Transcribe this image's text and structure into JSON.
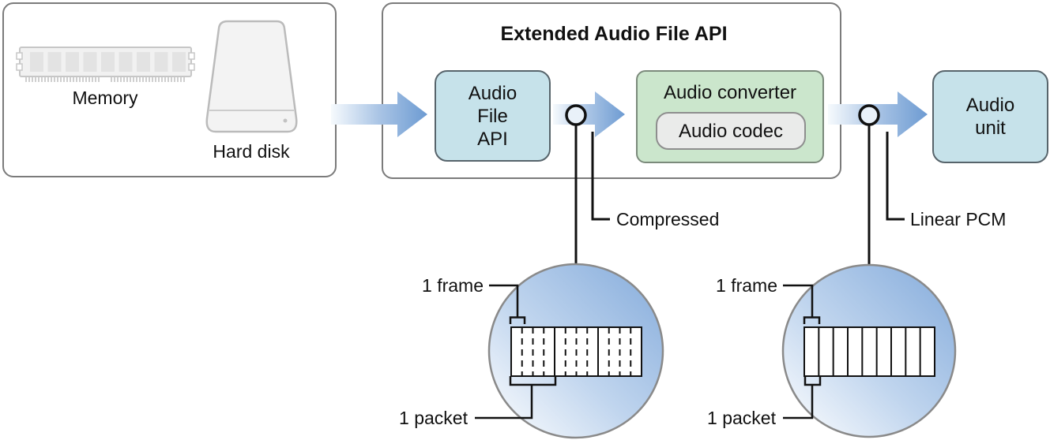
{
  "title": "Extended Audio File API",
  "storage": {
    "memory_label": "Memory",
    "hard_disk_label": "Hard disk"
  },
  "nodes": {
    "audio_file_api": {
      "lines": [
        "Audio",
        "File",
        "API"
      ]
    },
    "audio_converter": {
      "label": "Audio converter"
    },
    "audio_codec": {
      "label": "Audio codec"
    },
    "audio_unit": {
      "lines": [
        "Audio",
        "unit"
      ]
    }
  },
  "annotations": {
    "compressed": "Compressed",
    "linear_pcm": "Linear PCM",
    "left_magnifier": {
      "frame_label": "1 frame",
      "packet_label": "1 packet",
      "packets": 3,
      "frames_per_packet": 4
    },
    "right_magnifier": {
      "frame_label": "1 frame",
      "packet_label": "1 packet",
      "frames": 9,
      "frames_per_packet": 1
    }
  },
  "colors": {
    "node_blue": "#c6e2ea",
    "node_blue_border": "#57646b",
    "node_green": "#cbe6cc",
    "node_gray": "#eaebea",
    "group_border": "#7b7b7b",
    "arrow_blue": "#6d9bd2",
    "magnifier_blue": "#84abdb",
    "line_black": "#111111"
  }
}
